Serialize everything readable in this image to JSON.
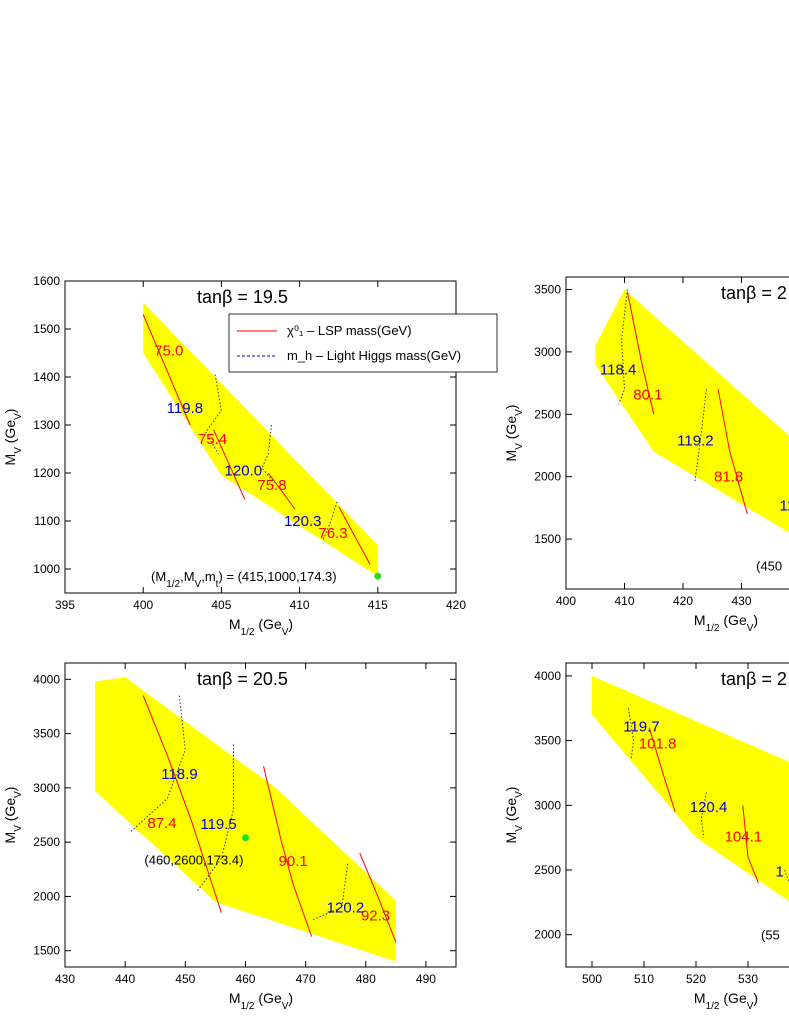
{
  "colors": {
    "region": "#ffff00",
    "lsp": "#ff0000",
    "higgs": "#0000cc",
    "point": "#22dd22"
  },
  "legend": {
    "lsp": "χ⁰₁ – LSP mass(GeV)",
    "higgs": "m_h – Light Higgs mass(GeV)"
  },
  "chart_data": [
    {
      "type": "scatter",
      "title": "tanβ = 19.5",
      "xlabel": "M1/2 (GeV)",
      "ylabel": "MV (GeV)",
      "xlim": [
        395,
        420
      ],
      "ylim": [
        950,
        1600
      ],
      "xticks": [
        395,
        400,
        405,
        410,
        415,
        420
      ],
      "yticks": [
        1000,
        1100,
        1200,
        1300,
        1400,
        1500,
        1600
      ],
      "region": [
        [
          400,
          1555
        ],
        [
          415,
          1050
        ],
        [
          415,
          985
        ],
        [
          405,
          1195
        ],
        [
          400,
          1450
        ]
      ],
      "lsp_contours": [
        {
          "label": "75.0",
          "points": [
            [
              400,
              1530
            ],
            [
              403,
              1300
            ]
          ],
          "lx": 400.7,
          "ly": 1445
        },
        {
          "label": "75.4",
          "points": [
            [
              404.5,
              1290
            ],
            [
              406.5,
              1145
            ]
          ],
          "lx": 403.5,
          "ly": 1260
        },
        {
          "label": "75.8",
          "points": [
            [
              408,
              1200
            ],
            [
              409.7,
              1125
            ]
          ],
          "lx": 407.3,
          "ly": 1165
        },
        {
          "label": "76.3",
          "points": [
            [
              412.5,
              1130
            ],
            [
              414.5,
              1010
            ]
          ],
          "lx": 411.2,
          "ly": 1065
        }
      ],
      "higgs_contours": [
        {
          "label": "119.8",
          "points": [
            [
              404.6,
              1405
            ],
            [
              405,
              1330
            ],
            [
              404,
              1285
            ],
            [
              404.8,
              1240
            ]
          ],
          "lx": 401.5,
          "ly": 1325
        },
        {
          "label": "120.0",
          "points": [
            [
              408.2,
              1300
            ],
            [
              408,
              1240
            ],
            [
              407.6,
              1210
            ],
            [
              408.4,
              1180
            ]
          ],
          "lx": 405.2,
          "ly": 1195
        },
        {
          "label": "120.3",
          "points": [
            [
              412.4,
              1140
            ],
            [
              412,
              1100
            ],
            [
              411.5,
              1060
            ]
          ],
          "lx": 409,
          "ly": 1090
        }
      ],
      "point": {
        "x": 415,
        "y": 985,
        "label": "(M1/2,MV,mt) = (415,1000,174.3)",
        "lx": 400.5,
        "ly": 985
      },
      "show_legend": true
    },
    {
      "type": "scatter",
      "title": "tanβ = 2",
      "xlabel": "M1/2 (GeV)",
      "ylabel": "MV (GeV)",
      "xlim": [
        400,
        440
      ],
      "ylim": [
        1100,
        3600
      ],
      "xticks": [
        400,
        410,
        420,
        430
      ],
      "yticks": [
        1500,
        2000,
        2500,
        3000,
        3500
      ],
      "region": [
        [
          405,
          3050
        ],
        [
          410,
          3500
        ],
        [
          440,
          2250
        ],
        [
          440,
          1500
        ],
        [
          415,
          2200
        ],
        [
          405,
          2900
        ]
      ],
      "lsp_contours": [
        {
          "label": "80.1",
          "points": [
            [
              410.5,
              3480
            ],
            [
              413,
              2900
            ],
            [
              415,
              2500
            ]
          ],
          "lx": 411.5,
          "ly": 2620
        },
        {
          "label": "81.8",
          "points": [
            [
              426,
              2700
            ],
            [
              428,
              2200
            ],
            [
              431,
              1700
            ]
          ],
          "lx": 425.3,
          "ly": 1960
        }
      ],
      "higgs_contours": [
        {
          "label": "118.4",
          "points": [
            [
              410.5,
              3500
            ],
            [
              409.5,
              3100
            ],
            [
              410,
              2700
            ],
            [
              409,
              2580
            ]
          ],
          "lx": 405.8,
          "ly": 2820
        },
        {
          "label": "119.2",
          "points": [
            [
              424,
              2700
            ],
            [
              423,
              2300
            ],
            [
              422,
              1950
            ]
          ],
          "lx": 419,
          "ly": 2250
        },
        {
          "label": "11",
          "points": [
            [
              439,
              1700
            ],
            [
              440,
              1650
            ]
          ],
          "lx": 436.5,
          "ly": 1730
        }
      ],
      "point": {
        "x": 441,
        "y": 1300,
        "label": "(450",
        "lx": 432.5,
        "ly": 1290
      },
      "show_legend": false
    },
    {
      "type": "scatter",
      "title": "tanβ = 20.5",
      "xlabel": "M1/2 (GeV)",
      "ylabel": "MV (GeV)",
      "xlim": [
        430,
        495
      ],
      "ylim": [
        1350,
        4150
      ],
      "xticks": [
        430,
        440,
        450,
        460,
        470,
        480,
        490
      ],
      "yticks": [
        1500,
        2000,
        2500,
        3000,
        3500,
        4000
      ],
      "region": [
        [
          435,
          3980
        ],
        [
          440,
          4020
        ],
        [
          465,
          3000
        ],
        [
          485,
          1960
        ],
        [
          485,
          1400
        ],
        [
          455,
          1950
        ],
        [
          435,
          2970
        ]
      ],
      "lsp_contours": [
        {
          "label": "87.4",
          "points": [
            [
              443,
              3850
            ],
            [
              447,
              3300
            ],
            [
              451,
              2700
            ],
            [
              456,
              1850
            ]
          ],
          "lx": 443.7,
          "ly": 2630
        },
        {
          "label": "90.1",
          "points": [
            [
              463,
              3200
            ],
            [
              466,
              2500
            ],
            [
              468,
              2100
            ],
            [
              471,
              1630
            ]
          ],
          "lx": 465.5,
          "ly": 2280
        },
        {
          "label": "92.3",
          "points": [
            [
              479,
              2400
            ],
            [
              482,
              2000
            ],
            [
              485,
              1580
            ]
          ],
          "lx": 479.2,
          "ly": 1780
        }
      ],
      "higgs_contours": [
        {
          "label": "118.9",
          "points": [
            [
              449,
              3850
            ],
            [
              450,
              3350
            ],
            [
              447,
              2900
            ],
            [
              441,
              2600
            ]
          ],
          "lx": 446,
          "ly": 3080
        },
        {
          "label": "119.5",
          "points": [
            [
              458,
              3400
            ],
            [
              458,
              2800
            ],
            [
              456,
              2350
            ],
            [
              452,
              2050
            ]
          ],
          "lx": 452.5,
          "ly": 2620
        },
        {
          "label": "120.2",
          "points": [
            [
              477,
              2300
            ],
            [
              476,
              1900
            ],
            [
              471,
              1780
            ]
          ],
          "lx": 473.5,
          "ly": 1850
        }
      ],
      "point": {
        "x": 460,
        "y": 2540,
        "label": "(460,2600,173.4)",
        "lx": 443.2,
        "ly": 2340
      },
      "show_legend": false
    },
    {
      "type": "scatter",
      "title": "tanβ = 2",
      "xlabel": "M1/2 (GeV)",
      "ylabel": "MV (GeV)",
      "xlim": [
        495,
        540
      ],
      "ylim": [
        1750,
        4100
      ],
      "xticks": [
        500,
        510,
        520,
        530
      ],
      "yticks": [
        2000,
        2500,
        3000,
        3500,
        4000
      ],
      "region": [
        [
          500,
          4000
        ],
        [
          540,
          3300
        ],
        [
          540,
          2200
        ],
        [
          520,
          2750
        ],
        [
          500,
          3700
        ]
      ],
      "lsp_contours": [
        {
          "label": "101.8",
          "points": [
            [
              511,
              3600
            ],
            [
              514,
              3200
            ],
            [
              516,
              2950
            ]
          ],
          "lx": 509,
          "ly": 3440
        },
        {
          "label": "104.1",
          "points": [
            [
              529,
              3000
            ],
            [
              530,
              2600
            ],
            [
              532,
              2400
            ]
          ],
          "lx": 525.5,
          "ly": 2720
        }
      ],
      "higgs_contours": [
        {
          "label": "119.7",
          "points": [
            [
              507,
              3750
            ],
            [
              508,
              3500
            ],
            [
              507.5,
              3350
            ]
          ],
          "lx": 506,
          "ly": 3570
        },
        {
          "label": "120.4",
          "points": [
            [
              522,
              3100
            ],
            [
              521,
              2900
            ],
            [
              521.5,
              2750
            ]
          ],
          "lx": 518.8,
          "ly": 2950
        },
        {
          "label": "1",
          "points": [
            [
              537,
              2500
            ],
            [
              538,
              2400
            ]
          ],
          "lx": 535.3,
          "ly": 2450
        }
      ],
      "point": {
        "x": 541,
        "y": 2000,
        "label": "(55",
        "lx": 532.5,
        "ly": 2000
      },
      "show_legend": false
    }
  ]
}
